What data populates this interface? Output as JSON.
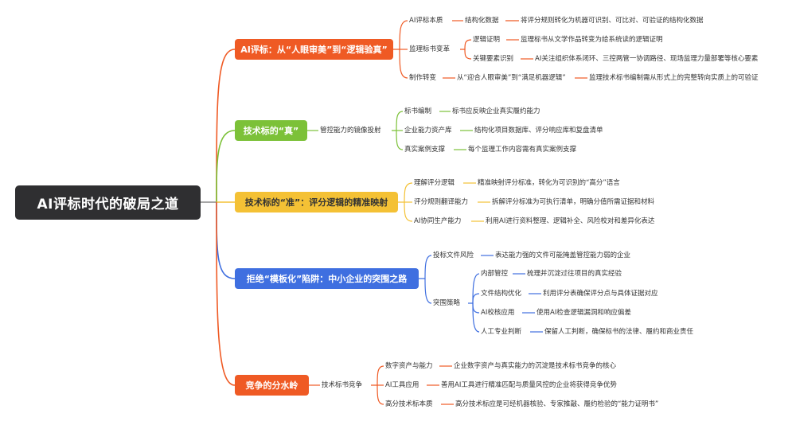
{
  "root": "AI评标时代的破局之道",
  "branches": [
    {
      "title": "AI评标：从“人眼审美”到“逻辑验真”",
      "color": "#ef5a24",
      "children": [
        {
          "label": "AI评标本质",
          "sub": "结构化数据",
          "leaf": "将评分规则转化为机器可识别、可比对、可验证的结构化数据"
        },
        {
          "label": "监理标书变革",
          "items": [
            {
              "sub": "逻辑证明",
              "leaf": "监理标书从文学作品转变为给系统读的逻辑证明"
            },
            {
              "sub": "关键要素识别",
              "leaf": "AI关注组织体系闭环、三控两管一协调路径、现场监理力量部署等核心要素"
            }
          ]
        },
        {
          "label": "制作转变",
          "sub": "从“迎合人眼审美”到“满足机器逻辑”",
          "leaf": "监理技术标书编制需从形式上的完整转向实质上的可验证"
        }
      ]
    },
    {
      "title": "技术标的“真”",
      "color": "#7cc138",
      "mid": "管控能力的镜像投射",
      "children": [
        {
          "label": "标书编制",
          "leaf": "标书应反映企业真实履约能力"
        },
        {
          "label": "企业能力资产库",
          "leaf": "结构化项目数据库、评分响应库和复盘清单"
        },
        {
          "label": "真实案例支撑",
          "leaf": "每个监理工作内容需有真实案例支撑"
        }
      ]
    },
    {
      "title": "技术标的“准”：评分逻辑的精准映射",
      "color": "#f4c135",
      "children": [
        {
          "label": "理解评分逻辑",
          "leaf": "精准映射评分标准，转化为可识别的“高分”语言"
        },
        {
          "label": "评分规则翻译能力",
          "leaf": "拆解评分标准为可执行清单，明确分值所需证据和材料"
        },
        {
          "label": "AI协同生产能力",
          "leaf": "利用AI进行资料整理、逻辑补全、风险校对和差异化表达"
        }
      ]
    },
    {
      "title": "拒绝“模板化”陷阱：中小企业的突围之路",
      "color": "#3f6fe0",
      "children": [
        {
          "label": "投标文件风险",
          "leaf": "表达能力强的文件可能掩盖管控能力弱的企业"
        },
        {
          "label": "突围策略",
          "items": [
            {
              "sub": "内部管控",
              "leaf": "梳理并沉淀过往项目的真实经验"
            },
            {
              "sub": "文件结构优化",
              "leaf": "利用评分表确保评分点与具体证据对应"
            },
            {
              "sub": "AI校核应用",
              "leaf": "使用AI检查逻辑漏洞和响应偏差"
            },
            {
              "sub": "人工专业判断",
              "leaf": "保留人工判断，确保标书的法律、履约和商业责任"
            }
          ]
        }
      ]
    },
    {
      "title": "竞争的分水岭",
      "color": "#ef5a24",
      "mid": "技术标书竞争",
      "children": [
        {
          "label": "数字资产与能力",
          "leaf": "企业数字资产与真实能力的沉淀是技术标书竞争的核心"
        },
        {
          "label": "AI工具应用",
          "leaf": "善用AI工具进行精准匹配与质量风控的企业将获得竞争优势"
        },
        {
          "label": "高分技术标本质",
          "leaf": "高分技术标应是可经机器核验、专家推敲、履约检验的“能力证明书”"
        }
      ]
    }
  ]
}
